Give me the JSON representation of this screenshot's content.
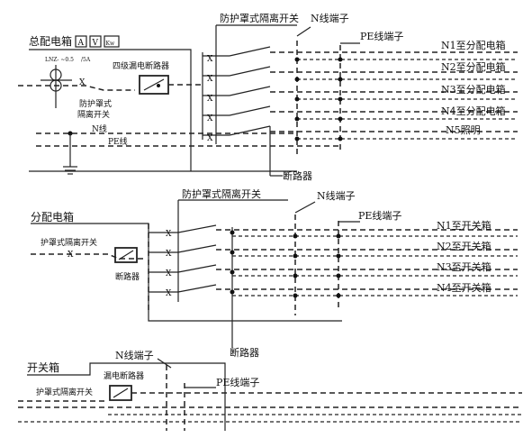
{
  "panel1": {
    "title": "总配电箱",
    "meters": [
      "A",
      "V",
      "Kw"
    ],
    "meter_spec_1": "LNZ- ~0.5",
    "meter_spec_2": "/5A",
    "leakage_breaker": "四级漏电断路器",
    "isolator_label_l1": "防护罩式",
    "isolator_label_l2": "隔离开关",
    "top_isolator": "防护罩式隔离开关",
    "n_terminal": "N线端子",
    "pe_terminal": "PE线端子",
    "n_wire": "N线",
    "pe_wire": "PE线",
    "breaker": "断路器",
    "outputs": [
      "N1至分配电箱",
      "N2至分配电箱",
      "N3至分配电箱",
      "N4至分配电箱",
      "N5照明"
    ]
  },
  "panel2": {
    "title": "分配电箱",
    "isolator_label": "护罩式隔离开关",
    "top_isolator": "防护罩式隔离开关",
    "n_terminal": "N线端子",
    "pe_terminal": "PE线端子",
    "breaker_small": "断路器",
    "breaker": "断路器",
    "outputs": [
      "N1至开关箱",
      "N2至开关箱",
      "N3至开关箱",
      "N4至开关箱"
    ]
  },
  "panel3": {
    "title": "开关箱",
    "isolator_label": "护罩式隔离开关",
    "leakage_breaker": "漏电断路器",
    "n_terminal": "N线端子",
    "pe_terminal": "PE线端子"
  },
  "symbols": {
    "switch_mark": "X"
  }
}
